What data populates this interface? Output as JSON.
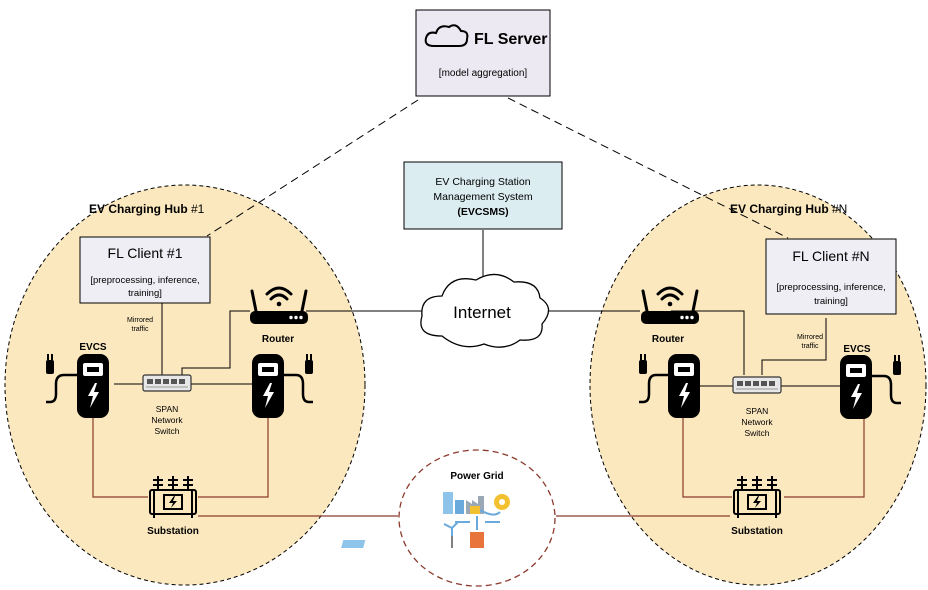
{
  "server": {
    "title": "FL Server",
    "subtitle": "[model aggregation]"
  },
  "evcsms": {
    "line1": "EV Charging Station",
    "line2": "Management System",
    "line3": "(EVCSMS)"
  },
  "internet": {
    "label": "Internet"
  },
  "power_grid": {
    "label": "Power Grid"
  },
  "hub1": {
    "title_bold": "EV Charging Hub",
    "title_num": " #1",
    "client_title": "FL Client #1",
    "client_line1": "[preprocessing, inference,",
    "client_line2": "training]",
    "mirrored_line1": "Mirrored",
    "mirrored_line2": "traffic",
    "evcs_label": "EVCS",
    "router_label": "Router",
    "switch_line1": "SPAN",
    "switch_line2": "Network",
    "switch_line3": "Switch",
    "substation_label": "Substation"
  },
  "hubN": {
    "title_bold": "EV Charging Hub",
    "title_num": " #N",
    "client_title": "FL Client #N",
    "client_line1": "[preprocessing, inference,",
    "client_line2": "training]",
    "mirrored_line1": "Mirrored",
    "mirrored_line2": "traffic",
    "evcs_label": "EVCS",
    "router_label": "Router",
    "switch_line1": "SPAN",
    "switch_line2": "Network",
    "switch_line3": "Switch",
    "substation_label": "Substation"
  },
  "colors": {
    "hub_fill": "#fbe8bf",
    "server_fill": "#ede9f2",
    "evcsms_fill": "#dcedf1",
    "client_fill": "#eeeef4",
    "power_line": "#8b3a2c",
    "grid_ring": "#8b3a2c"
  },
  "icons": [
    "cloud-icon",
    "router-icon",
    "ev-charger-icon",
    "network-switch-icon",
    "transformer-icon",
    "power-grid-icon"
  ]
}
